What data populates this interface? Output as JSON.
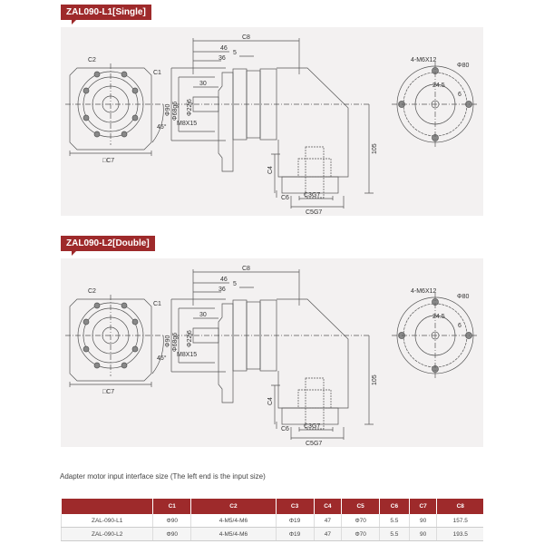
{
  "panels": [
    {
      "tag": "ZAL090-L1[Single]"
    },
    {
      "tag": "ZAL090-L2[Double]"
    }
  ],
  "dims": {
    "c1": "C1",
    "c2": "C2",
    "c7": "□C7",
    "angle": "45°",
    "c8": "C8",
    "d46": "46",
    "d5": "5",
    "d36": "36",
    "d30": "30",
    "phi90": "Φ90",
    "phi68": "Φ68g6",
    "phi22": "Φ22j6",
    "m8": "M8X15",
    "d105": "105",
    "c4": "C4",
    "c6": "C6",
    "c3": "C3G7",
    "c5": "C5G7",
    "m6": "4-M6X12",
    "phi80": "Φ80",
    "d245": "24.5",
    "d6": "6"
  },
  "caption": "Adapter motor input interface size (The left end is the input size)",
  "table": {
    "headers": [
      "",
      "C1",
      "C2",
      "C3",
      "C4",
      "C5",
      "C6",
      "C7",
      "C8"
    ],
    "rows": [
      [
        "ZAL-090-L1",
        "Φ90",
        "4-M5/4-M6",
        "Φ19",
        "47",
        "Φ70",
        "5.5",
        "90",
        "157.5"
      ],
      [
        "ZAL-090-L2",
        "Φ90",
        "4-M5/4-M6",
        "Φ19",
        "47",
        "Φ70",
        "5.5",
        "90",
        "193.5"
      ]
    ]
  }
}
